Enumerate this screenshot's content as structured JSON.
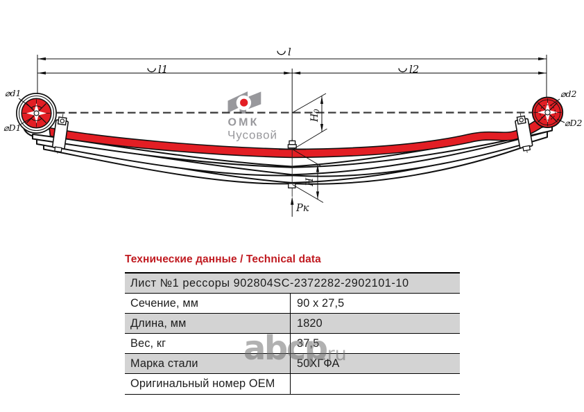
{
  "drawing": {
    "dims": {
      "total_length_label": "l",
      "front_length_label": "l1",
      "rear_length_label": "l2",
      "free_camber_label_main": "H",
      "free_camber_label_sub": "0",
      "pack_height_label": "H",
      "load_label": "Pк"
    },
    "eye_labels": {
      "d1": "⌀d1",
      "D1": "⌀D1",
      "d2": "⌀d2",
      "D2": "⌀D2"
    },
    "logo": {
      "name_line1": "ОМК",
      "name_line2": "Чусовой"
    }
  },
  "watermark": {
    "text": "abcp",
    "suffix": ".ru"
  },
  "table": {
    "title": "Технические данные / Technical data",
    "header_row": "Лист №1 рессоры 902804SC-2372282-2902101-10",
    "rows": [
      {
        "label": "Сечение, мм",
        "value": "90 x 27,5"
      },
      {
        "label": "Длина, мм",
        "value": "1820"
      },
      {
        "label": "Вес, кг",
        "value": "37,5"
      },
      {
        "label": "Марка стали",
        "value": "50ХГФА"
      },
      {
        "label": "Оригинальный номер OEM",
        "value": ""
      }
    ]
  },
  "colors": {
    "leaf_red": "#e31e24",
    "title_red": "#c01a20",
    "row_gray": "#d3d3d3",
    "logo_gray": "#98989c",
    "line_black": "#1a1a1a",
    "watermark_gray": "#6a6a6a"
  }
}
